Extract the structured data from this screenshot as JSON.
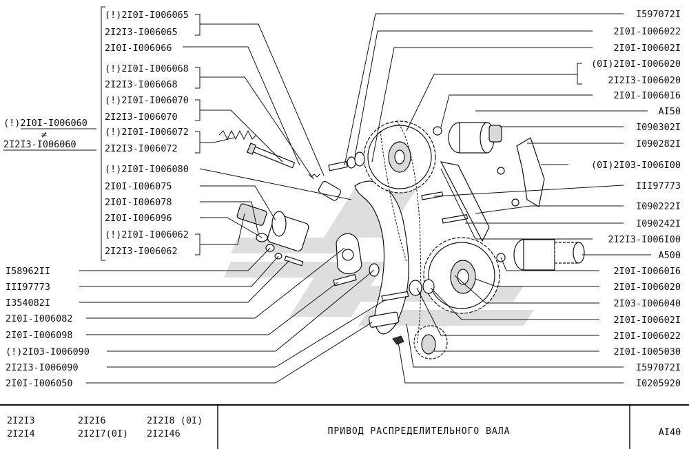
{
  "callouts_left": [
    "(!)2I0I-I006065",
    "2I2I3-I006065",
    "2I0I-I006066",
    "(!)2I0I-I006068",
    "2I2I3-I006068",
    "(!)2I0I-I006070",
    "2I2I3-I006070",
    "(!)2I0I-I006072",
    "2I2I3-I006072",
    "(!)2I0I-I006080",
    "2I0I-I006075",
    "2I0I-I006078",
    "2I0I-I006096",
    "(!)2I0I-I006062",
    "2I2I3-I006062"
  ],
  "callouts_far_left": {
    "top": "(!)2I0I-I006060",
    "neq": "≠",
    "bottom": "2I2I3-I006060"
  },
  "callouts_lower_left": [
    "I58962II",
    "III97773",
    "I354082I",
    "2I0I-I006082",
    "2I0I-I006098",
    "(!)2I03-I006090",
    "2I2I3-I006090",
    "2I0I-I006050"
  ],
  "callouts_right": [
    "I597072I",
    "2I0I-I006022",
    "2I0I-I00602I",
    "(0I)2I0I-I006020",
    "2I2I3-I006020",
    "2I0I-I0060I6",
    "AI50",
    "I090302I",
    "I090282I",
    "(0I)2I03-I006I00",
    "III97773",
    "I090222I",
    "I090242I",
    "2I2I3-I006I00",
    "A500",
    "2I0I-I0060I6",
    "2I0I-I006020",
    "2I03-I006040",
    "2I0I-I00602I",
    "2I0I-I006022",
    "2I0I-I005030",
    "I597072I",
    "I0205920"
  ],
  "footer": {
    "models_col1": [
      "2I2I3",
      "2I2I4"
    ],
    "models_col2": [
      "2I2I6",
      "2I2I7(0I)"
    ],
    "models_col3": [
      "2I2I8 (0I)",
      "2I2I46"
    ],
    "title": "ПРИВОД  РАСПРЕДЕЛИТЕЛЬНОГО  ВАЛА",
    "page": "AI40"
  }
}
